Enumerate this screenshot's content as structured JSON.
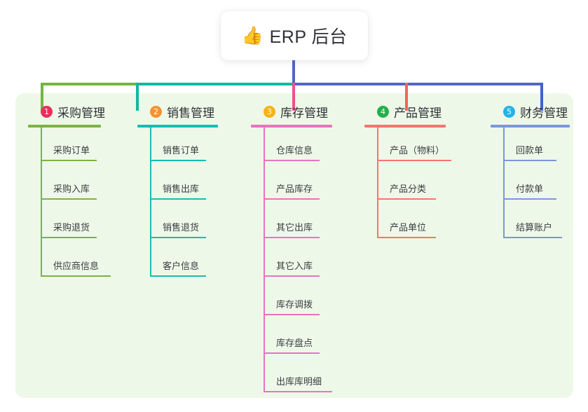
{
  "title_card": {
    "emoji": "👍",
    "emoji_name": "thumbs-up-emoji",
    "text": "ERP 后台"
  },
  "colors": {
    "panel_background": "#eef8e8",
    "page_background": "#ffffff",
    "title_text": "#2f3136",
    "stem": "#5566c2",
    "connector_green": "#72b544",
    "connector_teal": "#10b9a0",
    "connector_blue": "#5566c2",
    "drop_green": "#72b544",
    "drop_teal": "#10b9a0",
    "drop_pink": "#ef4f8f",
    "drop_salmon": "#f4645f",
    "drop_blue": "#3f63cf"
  },
  "columns": [
    {
      "number": "1",
      "title": "采购管理",
      "badge_color": "#ec2e5e",
      "line_color": "#7cb342",
      "head_rule_width": 104,
      "items": [
        {
          "label": "采购订单",
          "rule_width": 80
        },
        {
          "label": "采购入库",
          "rule_width": 80
        },
        {
          "label": "采购退货",
          "rule_width": 80
        },
        {
          "label": "供应商信息",
          "rule_width": 100
        }
      ]
    },
    {
      "number": "2",
      "title": "销售管理",
      "badge_color": "#f5932f",
      "line_color": "#16bdb4",
      "head_rule_width": 115,
      "items": [
        {
          "label": "销售订单",
          "rule_width": 80
        },
        {
          "label": "销售出库",
          "rule_width": 80
        },
        {
          "label": "销售退货",
          "rule_width": 80
        },
        {
          "label": "客户信息",
          "rule_width": 80
        }
      ]
    },
    {
      "number": "3",
      "title": "库存管理",
      "badge_color": "#f5b318",
      "line_color": "#e873bf",
      "head_rule_width": 116,
      "items": [
        {
          "label": "仓库信息",
          "rule_width": 80
        },
        {
          "label": "产品库存",
          "rule_width": 80
        },
        {
          "label": "其它出库",
          "rule_width": 80
        },
        {
          "label": "其它入库",
          "rule_width": 80
        },
        {
          "label": "库存调拨",
          "rule_width": 80
        },
        {
          "label": "库存盘点",
          "rule_width": 80
        },
        {
          "label": "出库库明细",
          "rule_width": 98
        }
      ]
    },
    {
      "number": "4",
      "title": "产品管理",
      "badge_color": "#21b14b",
      "line_color": "#f4766e",
      "head_rule_width": 116,
      "items": [
        {
          "label": "产品（物料）",
          "rule_width": 106
        },
        {
          "label": "产品分类",
          "rule_width": 84
        },
        {
          "label": "产品单位",
          "rule_width": 84
        }
      ]
    },
    {
      "number": "5",
      "title": "财务管理",
      "badge_color": "#25b2e8",
      "line_color": "#7b96dd",
      "head_rule_width": 113,
      "items": [
        {
          "label": "回款单",
          "rule_width": 76
        },
        {
          "label": "付款单",
          "rule_width": 76
        },
        {
          "label": "结算账户",
          "rule_width": 84
        }
      ]
    }
  ]
}
